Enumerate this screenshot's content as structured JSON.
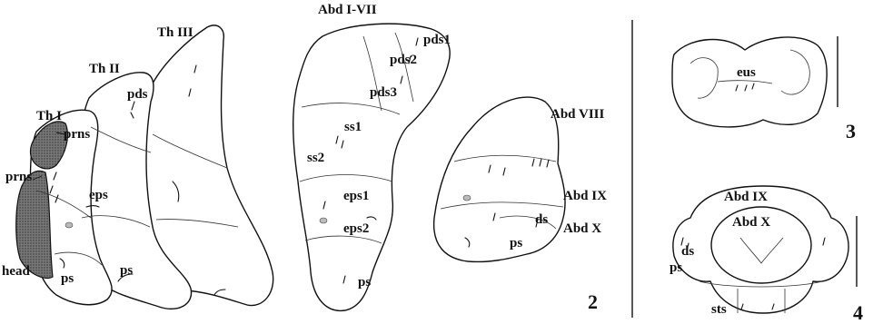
{
  "labels": {
    "th3": "Th III",
    "th2": "Th II",
    "th1": "Th I",
    "prns_a": "prns",
    "prns_b": "prns",
    "pds_fig1": "pds",
    "eps_fig1": "eps",
    "head": "head",
    "ps_a": "ps",
    "ps_b": "ps",
    "abd_i_vii": "Abd I-VII",
    "pds1": "pds1",
    "pds2": "pds2",
    "pds3": "pds3",
    "ss1": "ss1",
    "ss2": "ss2",
    "eps1": "eps1",
    "eps2": "eps2",
    "ps_c": "ps",
    "abd_viii": "Abd VIII",
    "abd_ix_fig2": "Abd IX",
    "abd_x_fig2": "Abd X",
    "ds_fig2": "ds",
    "ps_d": "ps",
    "eus": "eus",
    "abd_ix_fig4": "Abd IX",
    "abd_x_fig4": "Abd X",
    "ds_fig4": "ds",
    "ps_e": "ps",
    "sts": "sts"
  },
  "figure_numbers": {
    "fig2": "2",
    "fig3": "3",
    "fig4": "4"
  },
  "colors": {
    "ink": "#111111",
    "shading": "#555555"
  }
}
